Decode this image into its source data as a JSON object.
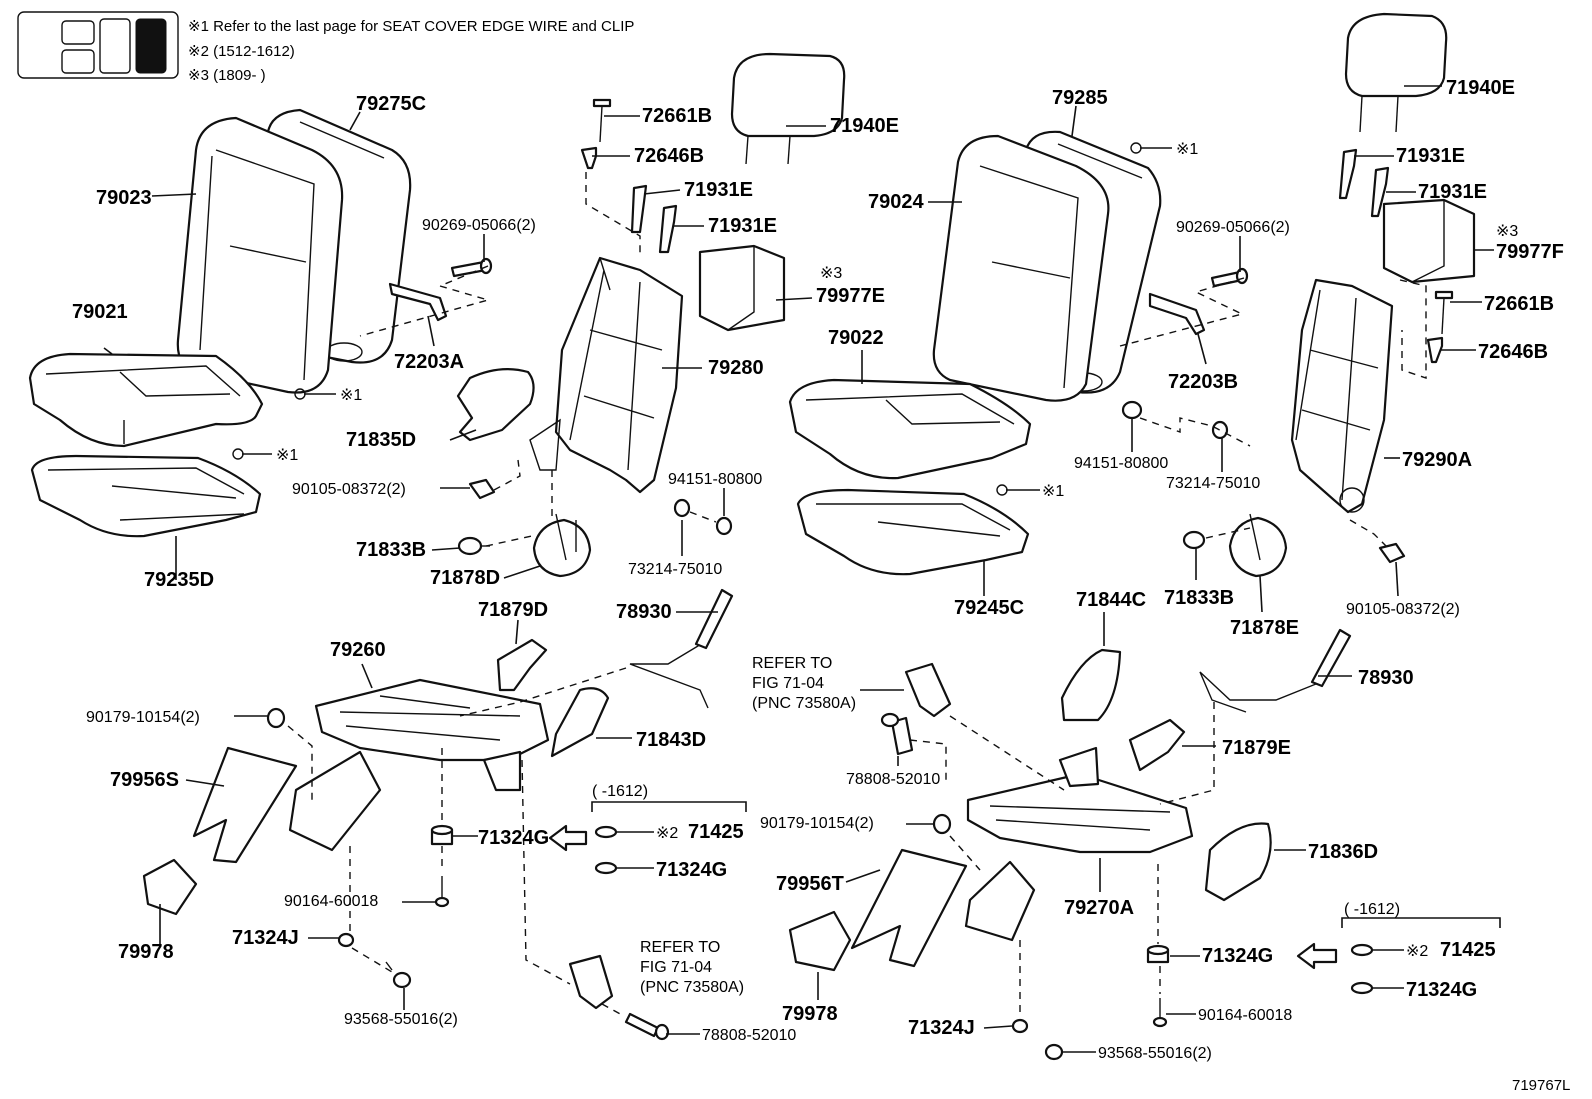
{
  "notes": [
    "※1  Refer to the last page for SEAT COVER EDGE WIRE and CLIP",
    "※2 (1512-1612)",
    "※3 (1809-      )"
  ],
  "figure_id": "719767L",
  "labels": {
    "l_79275C": "79275C",
    "l_79023": "79023",
    "l_79021": "79021",
    "l_x1_left_a": "※1",
    "l_x1_left_b": "※1",
    "l_79235D": "79235D",
    "l_72661B_left": "72661B",
    "l_72646B_left": "72646B",
    "l_71931E_a": "71931E",
    "l_71931E_b": "71931E",
    "l_71940E_left": "71940E",
    "l_90269_left": "90269-05066(2)",
    "l_72203A": "72203A",
    "l_x3_left": "※3",
    "l_79977E": "79977E",
    "l_79280": "79280",
    "l_71835D": "71835D",
    "l_90105_left": "90105-08372(2)",
    "l_94151_left": "94151-80800",
    "l_71833B_left": "71833B",
    "l_71878D": "71878D",
    "l_73214_left": "73214-75010",
    "l_71879D": "71879D",
    "l_78930_left": "78930",
    "l_79260": "79260",
    "l_90179_left": "90179-10154(2)",
    "l_79956S": "79956S",
    "l_71843D": "71843D",
    "l_range_left": "(      -1612)",
    "l_x2_left": "※2",
    "l_71425_left": "71425",
    "l_71324G_arrow_left": "71324G",
    "l_71324G_sub_left": "71324G",
    "l_90164_left": "90164-60018",
    "l_79978_left": "79978",
    "l_71324J_left": "71324J",
    "l_93568_left": "93568-55016(2)",
    "l_refer_left_1": "REFER TO",
    "l_refer_left_2": "FIG 71-04",
    "l_refer_left_3": "(PNC 73580A)",
    "l_78808_left": "78808-52010",
    "l_79285": "79285",
    "l_x1_right_a": "※1",
    "l_79024": "79024",
    "l_79022": "79022",
    "l_x1_right_b": "※1",
    "l_79245C": "79245C",
    "l_90269_right": "90269-05066(2)",
    "l_72203B": "72203B",
    "l_94151_right": "94151-80800",
    "l_73214_right": "73214-75010",
    "l_71940E_right": "71940E",
    "l_71931E_c": "71931E",
    "l_71931E_d": "71931E",
    "l_x3_right": "※3",
    "l_79977F": "79977F",
    "l_72661B_right": "72661B",
    "l_72646B_right": "72646B",
    "l_79290A": "79290A",
    "l_71833B_right": "71833B",
    "l_71878E": "71878E",
    "l_90105_right": "90105-08372(2)",
    "l_71844C": "71844C",
    "l_78930_right": "78930",
    "l_refer_right_1": "REFER TO",
    "l_refer_right_2": "FIG 71-04",
    "l_refer_right_3": "(PNC 73580A)",
    "l_78808_right": "78808-52010",
    "l_71879E": "71879E",
    "l_90179_right": "90179-10154(2)",
    "l_79956T": "79956T",
    "l_79270A": "79270A",
    "l_71836D": "71836D",
    "l_79978_right": "79978",
    "l_71324J_right": "71324J",
    "l_93568_right": "93568-55016(2)",
    "l_71324G_arrow_right": "71324G",
    "l_90164_right": "90164-60018",
    "l_range_right": "(      -1612)",
    "l_x2_right": "※2",
    "l_71425_right": "71425",
    "l_71324G_sub_right": "71324G"
  }
}
